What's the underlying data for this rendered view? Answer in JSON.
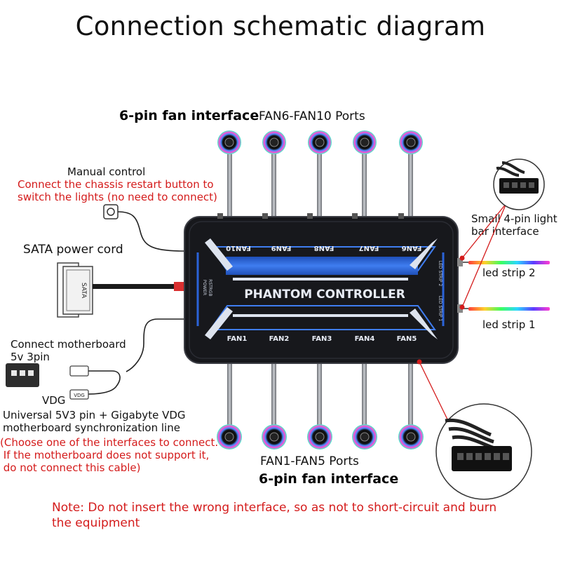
{
  "title": "Connection schematic diagram",
  "top": {
    "fan_interface_label": "6-pin fan interface",
    "ports_label": "FAN6-FAN10 Ports"
  },
  "manual_control": {
    "title": "Manual control",
    "line1": "Connect the chassis restart button to",
    "line2": "switch the lights (no need to connect)"
  },
  "sata_label": "SATA power cord",
  "sata_plug_text": "SATA",
  "motherboard": {
    "line1": "Connect motherboard",
    "line2": "5v 3pin",
    "vdg_label": "VDG",
    "vdg_plug_text": "VDG",
    "universal_line1": "Universal 5V3 pin + Gigabyte VDG",
    "universal_line2": "motherboard synchronization line",
    "warn_line1": "(Choose one of the interfaces to connect.",
    "warn_line2": " If the motherboard does not support it,",
    "warn_line3": " do not connect this cable)"
  },
  "right": {
    "small_pin_line1": "Small 4-pin light",
    "small_pin_line2": "bar interface",
    "led_strip_2": "led strip 2",
    "led_strip_1": "led strip 1"
  },
  "controller": {
    "name": "PHANTOM CONTROLLER",
    "top_ports": [
      "FAN10",
      "FAN9",
      "FAN8",
      "FAN7",
      "FAN6"
    ],
    "bottom_ports": [
      "FAN1",
      "FAN2",
      "FAN3",
      "FAN4",
      "FAN5"
    ],
    "side_label_1": "LED STRIP 2",
    "side_label_2": "LED STRIP 1",
    "power_label": "POWER",
    "rst_label": "RST",
    "rgb_label": "RGB"
  },
  "bottom": {
    "ports_label": "FAN1-FAN5 Ports",
    "fan_interface_label": "6-pin fan interface"
  },
  "note": {
    "line1": "Note: Do not insert the wrong interface, so as not to short-circuit and burn",
    "line2": "the equipment"
  },
  "colors": {
    "warning_red": "#d41b1b",
    "controller_body": "#17181c",
    "controller_accent": "#2b63d9",
    "bar_white": "#dde3ee"
  }
}
